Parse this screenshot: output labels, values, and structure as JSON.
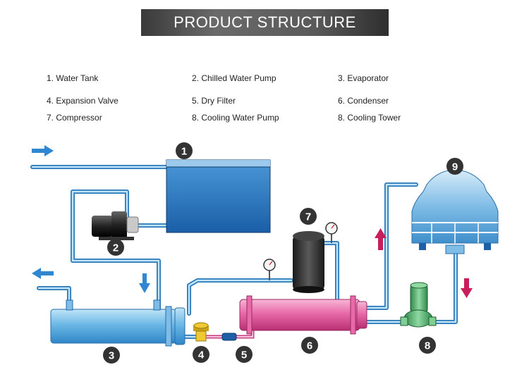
{
  "title": "PRODUCT STRUCTURE",
  "legend": [
    "1. Water Tank",
    "2. Chilled Water Pump",
    "3. Evaporator",
    "4. Expansion Valve",
    "5. Dry Filter",
    "6. Condenser",
    "7. Compressor",
    "8. Cooling Water Pump",
    "8. Cooling Tower"
  ],
  "markers": [
    "1",
    "2",
    "3",
    "4",
    "5",
    "6",
    "7",
    "8",
    "9"
  ],
  "colors": {
    "pipe": "#3d9ad6",
    "tank": "#1e6fb8",
    "condenser": "#e84f9b",
    "arrow_blue": "#2f86d1",
    "arrow_red": "#c81e5a",
    "marker": "#333333"
  }
}
